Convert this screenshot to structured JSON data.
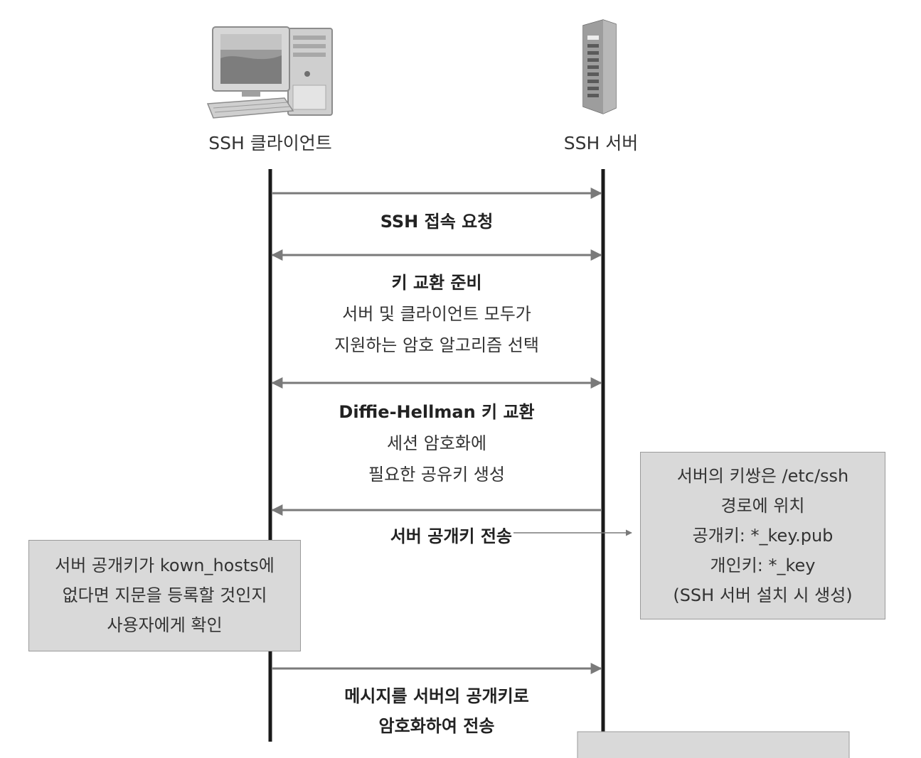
{
  "actors": {
    "client": {
      "label": "SSH 클라이언트",
      "icon": "desktop-computer-icon"
    },
    "server": {
      "label": "SSH 서버",
      "icon": "server-tower-icon"
    }
  },
  "messages": [
    {
      "id": "connect",
      "title": "SSH 접속 요청",
      "direction": "client-to-server",
      "desc": []
    },
    {
      "id": "kex-prep",
      "title": "키 교환 준비",
      "direction": "both",
      "desc": [
        "서버 및 클라이언트 모두가",
        "지원하는 암호 알고리즘 선택"
      ]
    },
    {
      "id": "dh",
      "title": "Diffie-Hellman 키 교환",
      "direction": "both",
      "desc": [
        "세션 암호화에",
        "필요한 공유키 생성"
      ]
    },
    {
      "id": "pubkey",
      "title": "서버 공개키 전송",
      "direction": "server-to-client",
      "desc": []
    },
    {
      "id": "encrypted",
      "title": [
        "메시지를 서버의 공개키로",
        "암호화하여 전송"
      ],
      "direction": "client-to-server",
      "desc": []
    }
  ],
  "notes": {
    "server_keys": [
      "서버의 키쌍은 /etc/ssh",
      "경로에 위치",
      "공개키: *_key.pub",
      "개인키: *_key",
      "(SSH 서버 설치 시 생성)"
    ],
    "known_hosts": [
      "서버 공개키가 kown_hosts에",
      "없다면 지문을 등록할 것인지",
      "사용자에게 확인"
    ]
  },
  "colors": {
    "lifeline": "#1a1a1a",
    "arrow": "#7a7a7a",
    "note_fill": "#d9d9d9",
    "note_border": "#9a9a9a"
  }
}
